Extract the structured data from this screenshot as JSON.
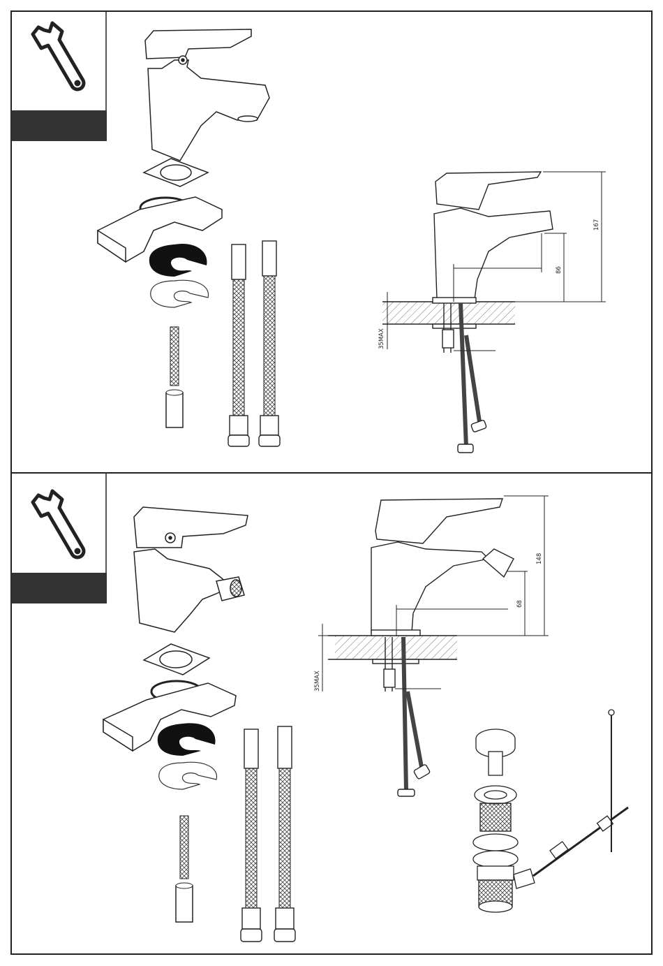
{
  "panels": [
    {
      "kind": "basin-mixer",
      "dimensions": {
        "total_height": "167",
        "spout_height": "86",
        "deck_max": "35MAX"
      }
    },
    {
      "kind": "bidet-mixer",
      "dimensions": {
        "total_height": "148",
        "spout_height": "68",
        "deck_max": "35MAX"
      }
    }
  ],
  "icons": {
    "tool": "wrench-icon"
  },
  "colors": {
    "ink": "#222222",
    "bar": "#333333",
    "frame": "#222222"
  }
}
